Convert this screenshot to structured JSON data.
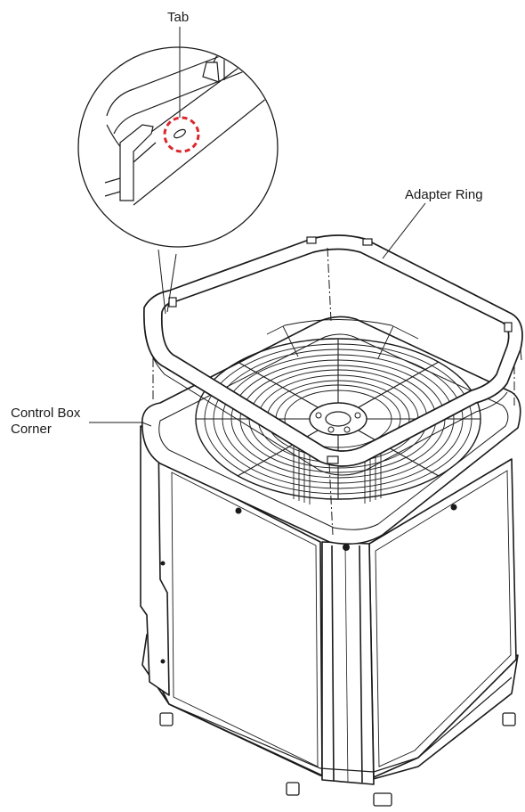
{
  "labels": {
    "tab": "Tab",
    "adapter_ring": "Adapter Ring",
    "control_box_line1": "Control Box",
    "control_box_line2": "Corner"
  },
  "colors": {
    "line": "#1a1a1a",
    "highlight": "#d9262c",
    "fill": "#ffffff",
    "shade": "#e6e6e6"
  }
}
